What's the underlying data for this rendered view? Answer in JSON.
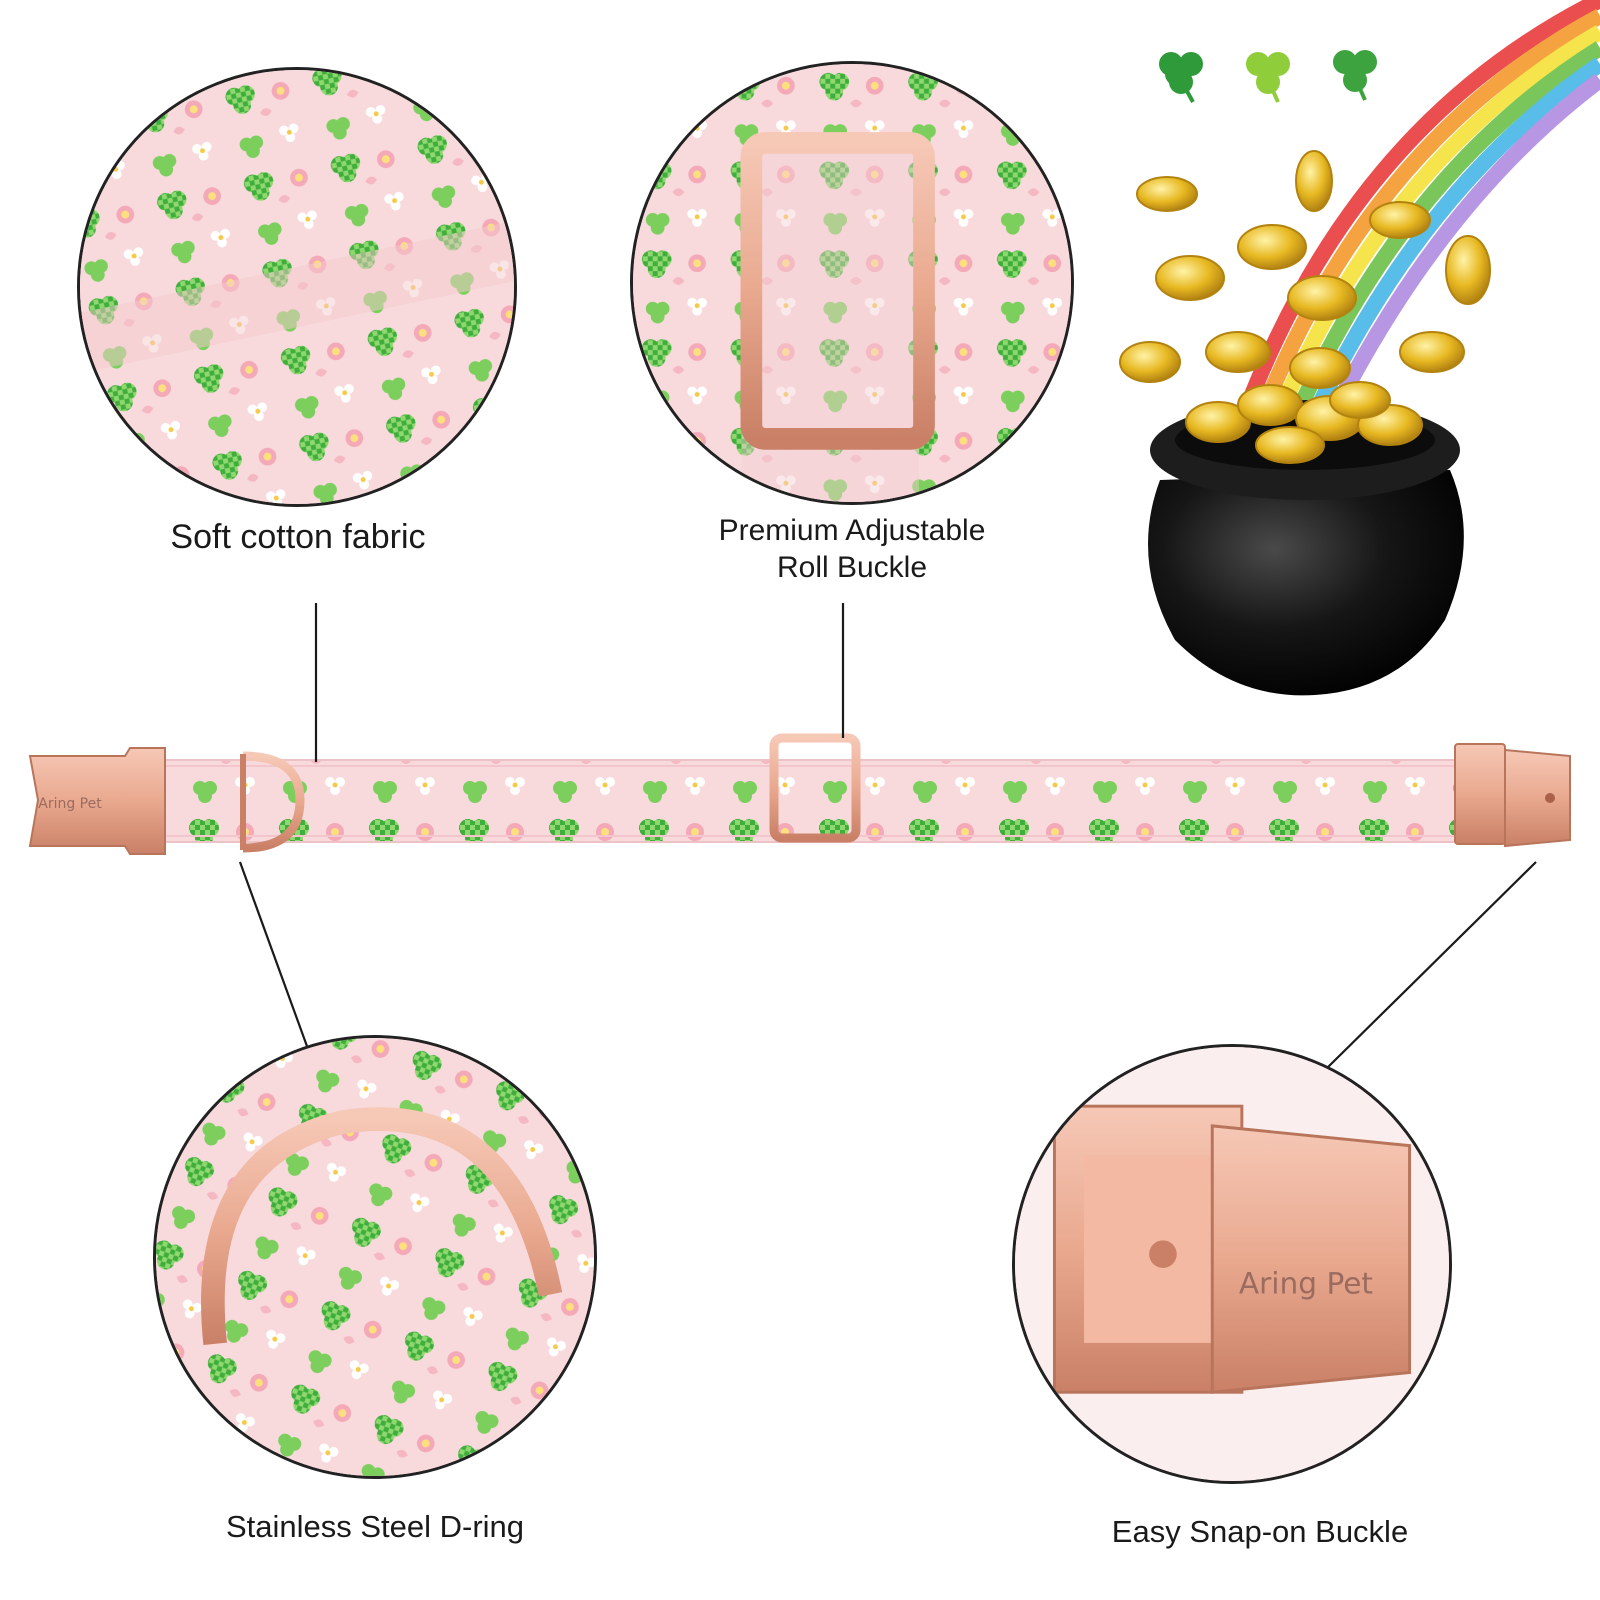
{
  "callouts": {
    "fabric": {
      "label": "Soft cotton fabric"
    },
    "roll_buckle": {
      "label_line1": "Premium Adjustable",
      "label_line2": "Roll Buckle"
    },
    "d_ring": {
      "label": "Stainless Steel D-ring"
    },
    "snap_buckle": {
      "label": "Easy Snap-on Buckle"
    }
  },
  "brand_engraving": "Aring Pet",
  "icons": [
    "shamrock-icon",
    "rainbow-icon",
    "gold-coin-icon",
    "pot-of-gold-icon",
    "d-ring-icon",
    "roll-buckle-icon",
    "snap-buckle-icon"
  ],
  "colors": {
    "fabric_pink": "#f8dadd",
    "shamrock_green": "#58c04a",
    "rose_gold": "#e9a98f",
    "pot_black": "#111111",
    "coin_gold": "#e7b821"
  }
}
